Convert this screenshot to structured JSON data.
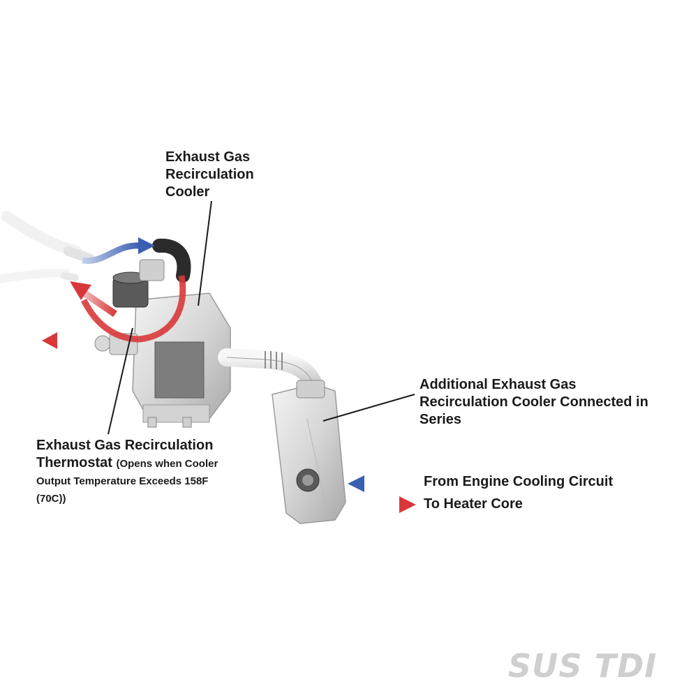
{
  "labels": {
    "egr_cooler": [
      "Exhaust Gas",
      "Recirculation",
      "Cooler"
    ],
    "thermostat_title_1": "Exhaust Gas Recirculation",
    "thermostat_title_2": "Thermostat",
    "thermostat_detail_1": "(Opens when Cooler",
    "thermostat_detail_2": "Output Temperature Exceeds 158F",
    "thermostat_detail_3": "(70C))",
    "additional_cooler": [
      "Additional Exhaust Gas",
      "Recirculation Cooler Connected in",
      "Series"
    ],
    "from_engine": "From Engine Cooling Circuit",
    "to_heater": "To Heater Core"
  },
  "logo": {
    "text": "SUS TDI"
  },
  "colors": {
    "hot_arrow": "#d9383a",
    "cold_arrow": "#3b5fb0",
    "metal_light": "#e3e3e3",
    "metal_mid": "#bdbdbd",
    "metal_dark": "#5a5a5a",
    "leader_line": "#1a1a1a"
  }
}
